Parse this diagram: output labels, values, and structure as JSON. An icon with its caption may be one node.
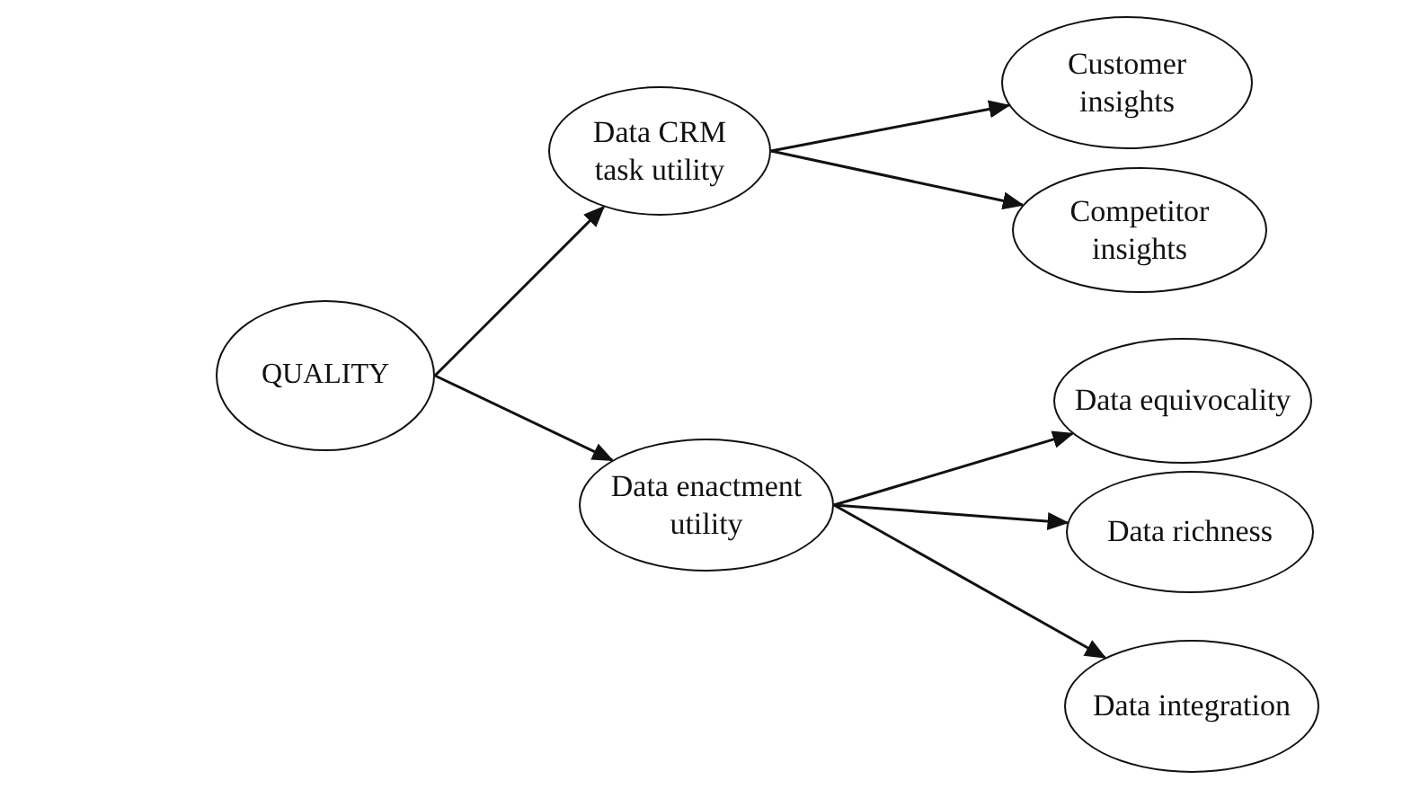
{
  "diagram": {
    "nodes": [
      {
        "text": [
          "QUALITY"
        ]
      },
      {
        "text": [
          "Data CRM task utility"
        ]
      },
      {
        "text": [
          "Data enactment utility"
        ]
      },
      {
        "text": [
          "Customer insights"
        ]
      },
      {
        "text": [
          "Competitor insights"
        ]
      },
      {
        "text": [
          "Data equivocality"
        ]
      },
      {
        "text": [
          "Data richness"
        ]
      },
      {
        "text": [
          "Data integration"
        ]
      }
    ],
    "edges": [
      {
        "from": 0,
        "to": 1,
        "arrow": "to"
      },
      {
        "from": 0,
        "to": 2,
        "arrow": "to"
      },
      {
        "from": 1,
        "to": 3,
        "arrow": "to"
      },
      {
        "from": 1,
        "to": 4,
        "arrow": "to"
      },
      {
        "from": 2,
        "to": 5,
        "arrow": "to"
      },
      {
        "from": 2,
        "to": 6,
        "arrow": "to"
      },
      {
        "from": 2,
        "to": 7,
        "arrow": "to"
      }
    ]
  }
}
